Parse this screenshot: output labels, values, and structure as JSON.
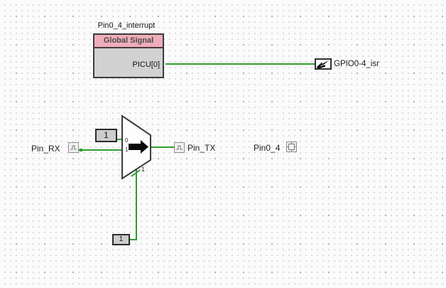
{
  "global_signal": {
    "instance_label": "Pin0_4_interrupt",
    "type_label": "Global Signal",
    "terminal_label": "PICU[0]"
  },
  "isr": {
    "label": "GPIO0-4_isr"
  },
  "mux": {
    "input0_label": "0",
    "input1_label": "1",
    "select_label": "1"
  },
  "constants": {
    "top_value": "1",
    "bottom_value": "1"
  },
  "pins": {
    "rx_label": "Pin_RX",
    "tx_label": "Pin_TX",
    "pin04_label": "Pin0_4"
  },
  "colors": {
    "wire_green": "#2f9e2f",
    "global_signal_header_pink": "#efadb9",
    "component_gray": "#d2d2d2",
    "border_dark": "#3c3c3c",
    "canvas_background": "#fbfbfb",
    "grid_dot_minor": "#dadada",
    "grid_dot_major": "#b5b5b5"
  }
}
